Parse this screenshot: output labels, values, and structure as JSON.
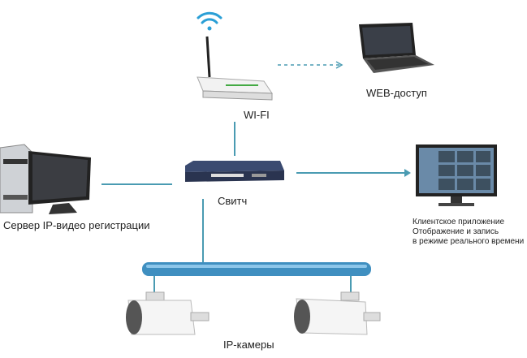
{
  "labels": {
    "web": "WEB-доступ",
    "wifi": "WI-FI",
    "switch": "Свитч",
    "server": "Сервер IP-видео регистрации",
    "client_line1": "Клиентское приложение",
    "client_line2": "Отображение и запись",
    "client_line3": "в режиме реального времени",
    "cameras": "IP-камеры"
  },
  "colors": {
    "link": "#4a9bb2",
    "bus": "#3f8fc0"
  }
}
